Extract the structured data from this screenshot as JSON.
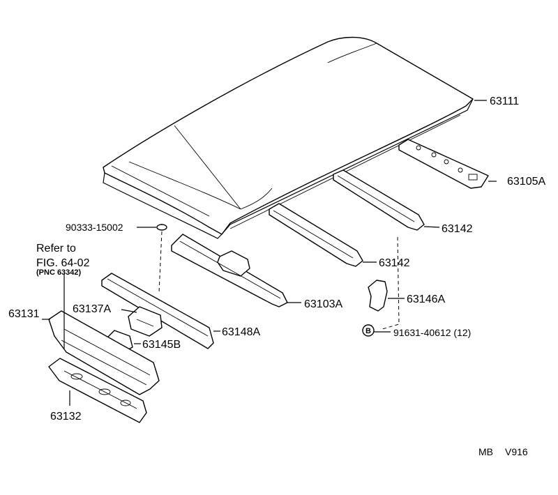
{
  "labels": {
    "roof_panel": "63111",
    "rear_bracket": "63105A",
    "bow_upper": "63142",
    "bow_lower": "63142",
    "front_reinforcement": "63103A",
    "bracket_63146a": "63146A",
    "bolt": "91631-40612 (12)",
    "bolt_marker": "B",
    "clip": "90333-15002",
    "refer_line1": "Refer to",
    "refer_line2": "FIG. 64-02",
    "refer_line3": "(PNC 63342)",
    "header_panel": "63131",
    "bracket_63137a": "63137A",
    "bracket_63145b": "63145B",
    "rail_63148a": "63148A",
    "lower_panel": "63132",
    "code_left": "MB",
    "code_right": "V916"
  }
}
